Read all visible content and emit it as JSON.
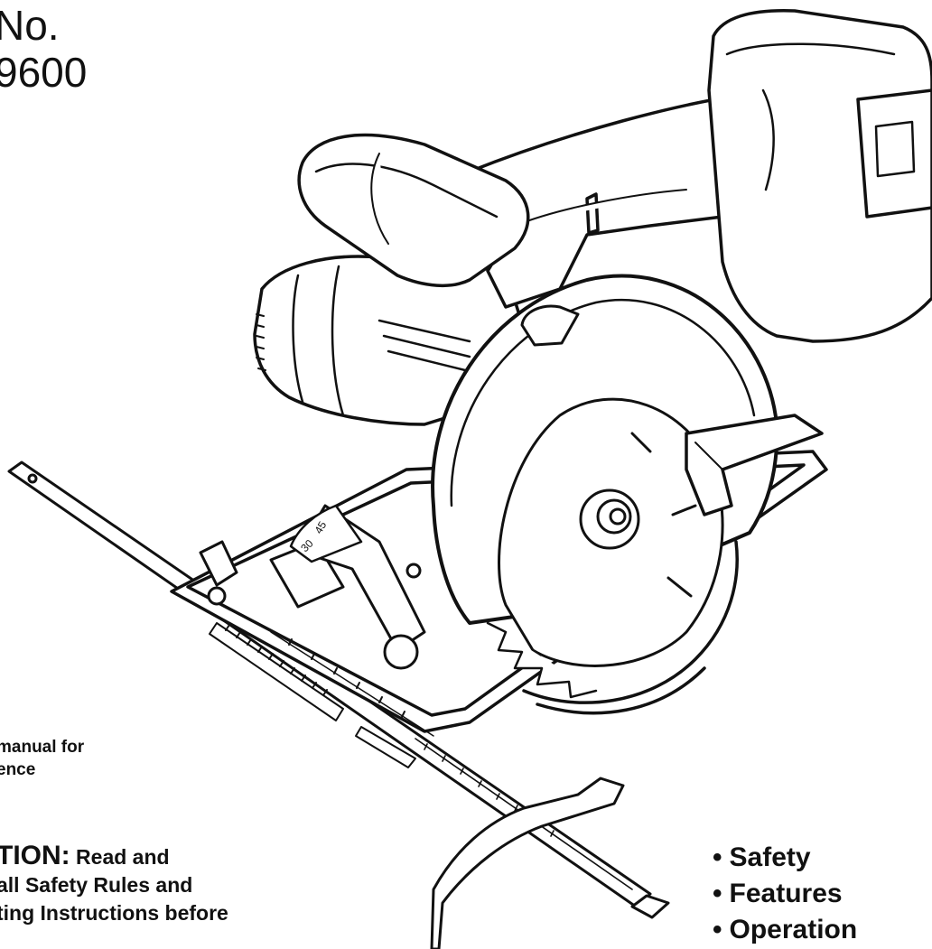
{
  "header": {
    "model_line1": "No.",
    "model_line2": "9600"
  },
  "reference_note": {
    "line1": "manual for",
    "line2": "ence"
  },
  "caution": {
    "heading": "TION:",
    "line1_rest": " Read and",
    "line2": "all Safety Rules and",
    "line3": "ting Instructions before"
  },
  "bullets": [
    {
      "label": "Safety"
    },
    {
      "label": "Features"
    },
    {
      "label": "Operation"
    }
  ],
  "bullet_glyph": "•",
  "illustration": {
    "subject": "circular-saw",
    "stroke_color": "#111111",
    "fill_color": "#ffffff"
  }
}
